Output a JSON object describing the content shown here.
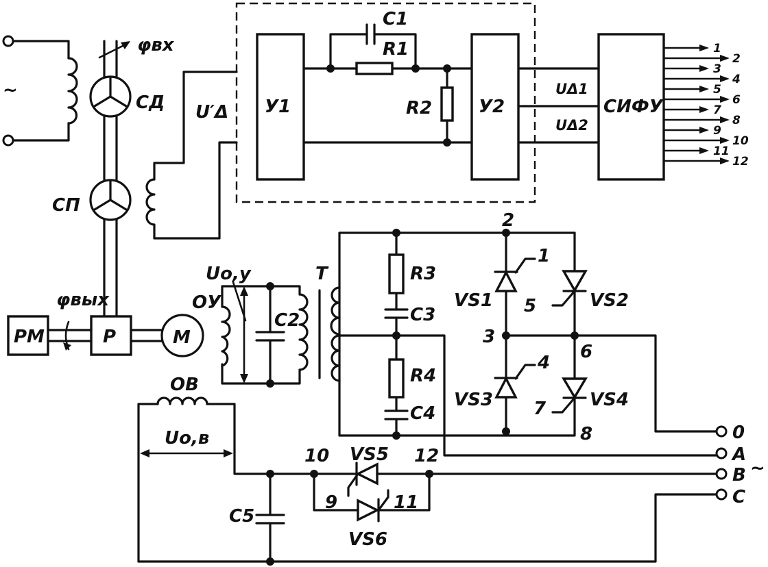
{
  "labels": {
    "phi_in": "φвх",
    "sd": "СД",
    "sp": "СП",
    "phi_out": "φвых",
    "rm": "РМ",
    "r": "Р",
    "m": "М",
    "u_delta_prime": "U′Δ",
    "c1": "C1",
    "r1": "R1",
    "r2": "R2",
    "u1": "У1",
    "u2": "У2",
    "u_delta1": "UΔ1",
    "u_delta2": "UΔ2",
    "sifu": "СИФУ",
    "t": "Т",
    "r3": "R3",
    "c3": "C3",
    "r4": "R4",
    "c4": "C4",
    "c2": "C2",
    "ou": "ОУ",
    "u_oy": "Uо,у",
    "ov": "ОВ",
    "u_ov": "Uо,в",
    "c5": "C5",
    "vs1": "VS1",
    "vs2": "VS2",
    "vs3": "VS3",
    "vs4": "VS4",
    "vs5": "VS5",
    "vs6": "VS6",
    "ac_left": "~",
    "ac_right": "~",
    "term_0": "0",
    "term_a": "A",
    "term_b": "B",
    "term_c": "C"
  },
  "sifu_outputs": [
    "1",
    "2",
    "3",
    "4",
    "5",
    "6",
    "7",
    "8",
    "9",
    "10",
    "11",
    "12"
  ],
  "node_numbers": {
    "n1": "1",
    "n2": "2",
    "n3": "3",
    "n4": "4",
    "n5": "5",
    "n6": "6",
    "n7": "7",
    "n8": "8",
    "n9": "9",
    "n10": "10",
    "n11": "11",
    "n12": "12"
  }
}
